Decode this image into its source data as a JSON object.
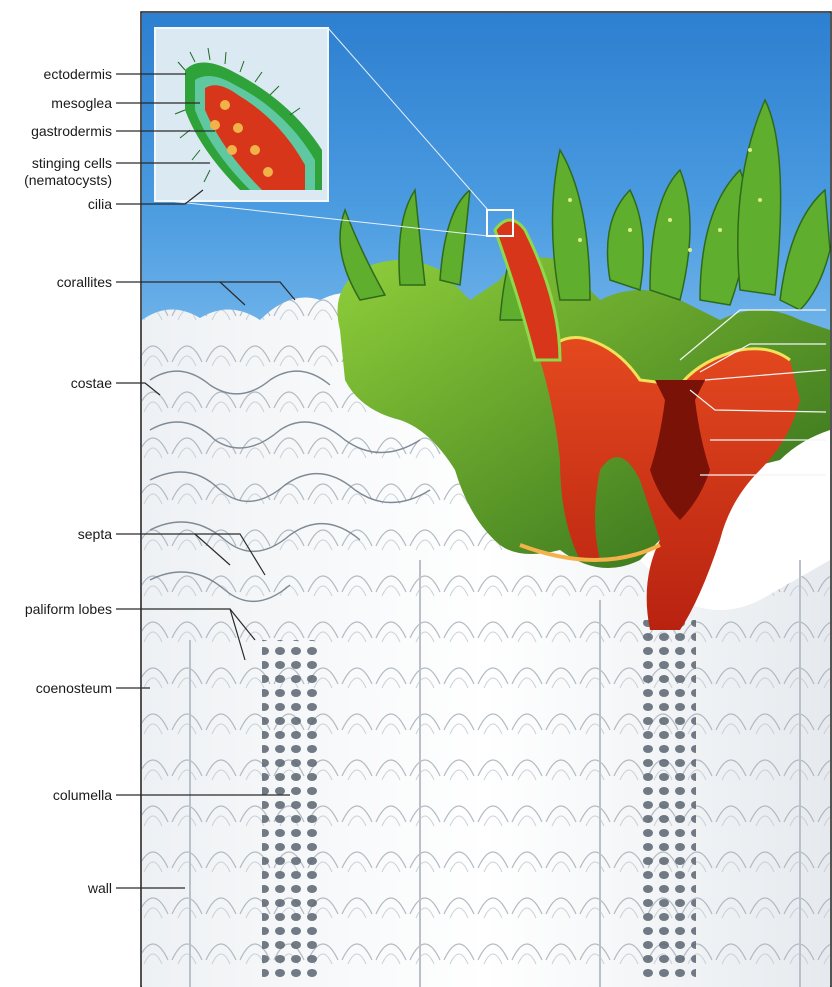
{
  "diagram": {
    "labels": [
      {
        "id": "ectodermis",
        "text": "ectodermis"
      },
      {
        "id": "mesoglea",
        "text": "mesoglea"
      },
      {
        "id": "gastrodermis",
        "text": "gastrodermis"
      },
      {
        "id": "stinging-cells",
        "text": "stinging cells",
        "subtext": "(nematocysts)"
      },
      {
        "id": "cilia",
        "text": "cilia"
      },
      {
        "id": "corallites",
        "text": "corallites"
      },
      {
        "id": "costae",
        "text": "costae"
      },
      {
        "id": "septa",
        "text": "septa"
      },
      {
        "id": "paliform-lobes",
        "text": "paliform lobes"
      },
      {
        "id": "coenosteum",
        "text": "coenosteum"
      },
      {
        "id": "columella",
        "text": "columella"
      },
      {
        "id": "wall",
        "text": "wall"
      }
    ],
    "colors": {
      "water": "#3f8fd6",
      "tissue_green": "#5aa52a",
      "tissue_dark_green": "#2f6a1a",
      "gastric_red": "#d8361a",
      "skeleton_white": "#f4f6f8",
      "skeleton_shade": "#9aa6b2",
      "leader_line": "#333333"
    }
  }
}
